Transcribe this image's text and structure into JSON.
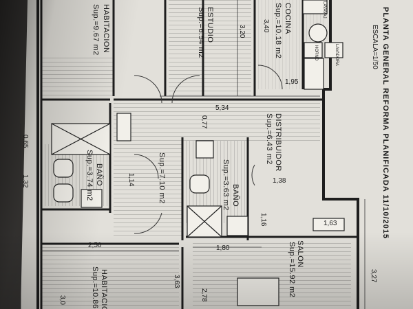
{
  "title": {
    "line1": "PLANTA GENERAL   REFORMA   PLANIFICADA 11/10/2015",
    "scale": "ESCALA=1/50"
  },
  "rooms": {
    "habitacion_top": {
      "name": "HABITACION",
      "area": "Sup.=9.67 m2"
    },
    "estudio": {
      "name": "ESTUDIO",
      "area": "Sup.=6.54 m2"
    },
    "cocina": {
      "name": "COCINA",
      "area": "Sup.=10.18 m2"
    },
    "distribuidor": {
      "name": "DISTRIBUIDOR",
      "area": "Sup.=6.43 m2"
    },
    "bano_left": {
      "name": "BAÑO",
      "area": "Sup.=3.74 m2"
    },
    "bano_right": {
      "name": "BAÑO",
      "area": "Sup.=3.63 m2"
    },
    "hall": {
      "area": "Sup.=7.10 m2"
    },
    "salon": {
      "name": "SALON",
      "area": "Sup.=15.92 m2"
    },
    "habitacion_bottom": {
      "name": "HABITACION",
      "area": "Sup.=10.86"
    }
  },
  "appliances": {
    "lavavajillas": "LAVAVAJ",
    "horno": "HORNO",
    "lavadora": "LAVADORA"
  },
  "dimensions": {
    "d_3_40": "3,40",
    "d_3_20": "3,20",
    "d_1_95": "1,95",
    "d_5_34": "5,34",
    "d_0_77": "0,77",
    "d_0_65": "0,65",
    "d_1_32": "1,32",
    "d_1_14": "1,14",
    "d_1_38": "1,38",
    "d_1_16": "1,16",
    "d_1_63": "1,63",
    "d_1_80": "1,80",
    "d_2_50": "2,50",
    "d_3_63": "3,63",
    "d_2_78": "2,78",
    "d_3_27": "3,27",
    "d_3_04": "3,0"
  },
  "colors": {
    "paper": "#e4e2dc",
    "ink": "#222222",
    "shadow": "#2a2826"
  }
}
